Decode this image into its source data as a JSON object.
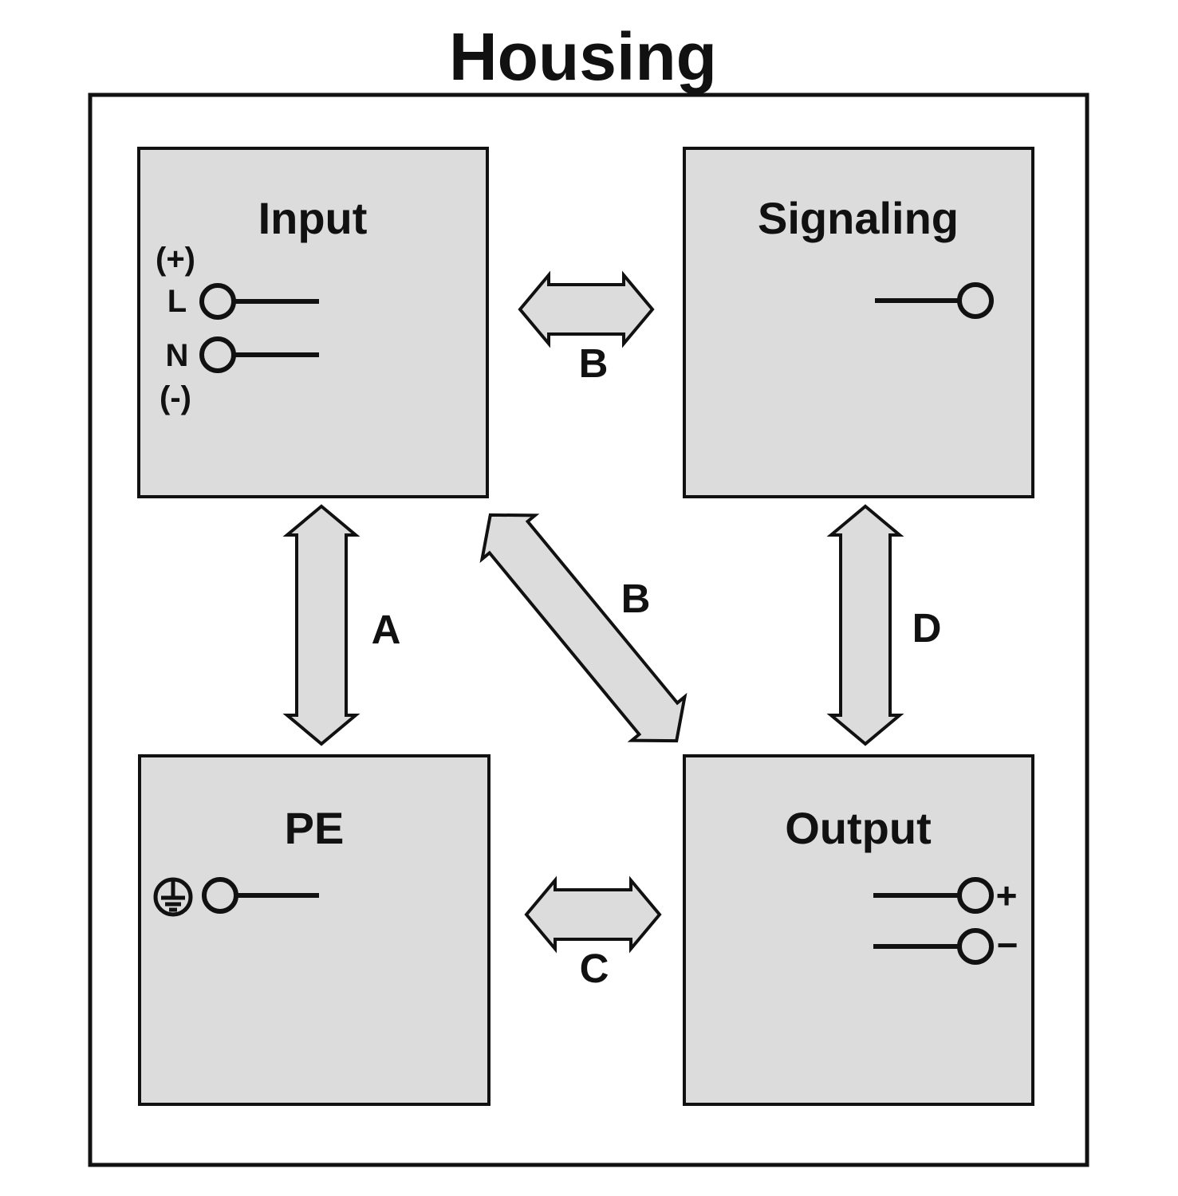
{
  "title": "Housing",
  "boxes": {
    "input": {
      "label": "Input",
      "terminals": {
        "plus": "(+)",
        "line": "L",
        "neutral": "N",
        "minus": "(-)"
      }
    },
    "signaling": {
      "label": "Signaling"
    },
    "pe": {
      "label": "PE"
    },
    "output": {
      "label": "Output",
      "terminals": {
        "plus": "+",
        "minus": "−"
      }
    }
  },
  "arrows": {
    "a": "A",
    "b_top": "B",
    "b_diagonal": "B",
    "c": "C",
    "d": "D"
  },
  "colors": {
    "box_fill": "#dcdcdc",
    "arrow_fill": "#dcdcdc",
    "stroke": "#111111",
    "background": "#ffffff"
  }
}
